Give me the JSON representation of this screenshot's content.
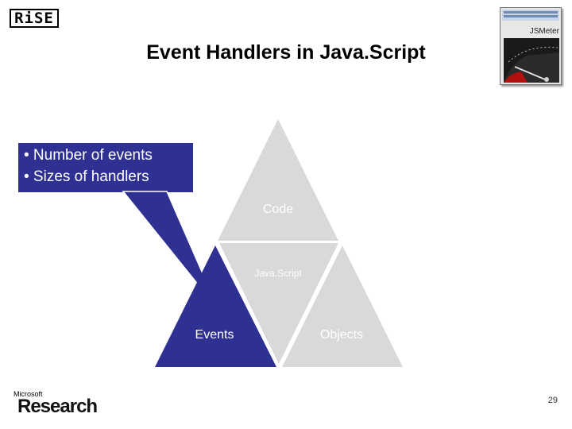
{
  "logo": {
    "text": "RiSE"
  },
  "title": "Event Handlers in Java.Script",
  "thumbnail": {
    "label": "JSMeter"
  },
  "callout": {
    "bullets": [
      "• Number of events",
      "• Sizes of handlers"
    ]
  },
  "diagram": {
    "top": "Code",
    "middle": "Java.Script",
    "left": "Events",
    "right": "Objects",
    "colors": {
      "gray": "#d9d9d9",
      "highlight": "#2e3192"
    }
  },
  "footer": {
    "ms_small": "Microsoft",
    "ms_research": "Research",
    "page_number": "29"
  }
}
